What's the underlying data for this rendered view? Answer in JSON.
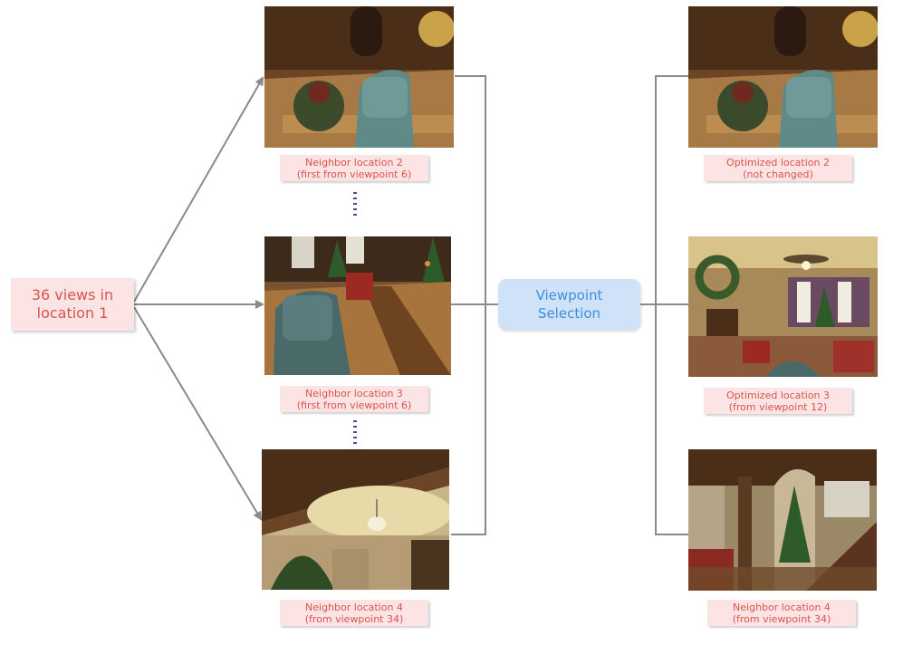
{
  "source": {
    "line1": "36 views in",
    "line2": "location 1"
  },
  "selector": {
    "line1": "Viewpoint",
    "line2": "Selection"
  },
  "neighbors": [
    {
      "title": "Neighbor location 2",
      "subtitle": "(first from viewpoint 6)"
    },
    {
      "title": "Neighbor location 3",
      "subtitle": "(first from viewpoint 6)"
    },
    {
      "title": "Neighbor location 4",
      "subtitle": "(from viewpoint 34)"
    }
  ],
  "optimized": [
    {
      "title": "Optimized location 2",
      "subtitle": "(not changed)"
    },
    {
      "title": "Optimized location 3",
      "subtitle": "(from viewpoint 12)"
    },
    {
      "title": "Neighbor location 4",
      "subtitle": "(from viewpoint 34)"
    }
  ],
  "colors": {
    "label_bg": "#fde4e4",
    "label_text": "#d9534f",
    "selector_bg": "#cfe2f7",
    "selector_text": "#3b8fe0",
    "connector": "#8a8a8a",
    "ellipsis": "#4a4f8a"
  }
}
